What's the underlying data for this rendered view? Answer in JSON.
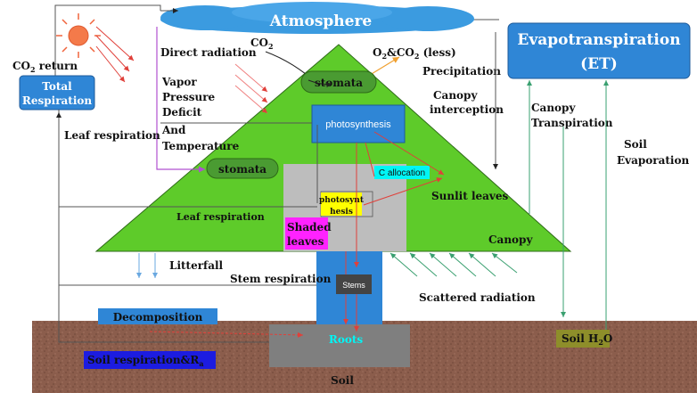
{
  "atmosphere": "Atmosphere",
  "et_line1": "Evapotranspiration",
  "et_line2": "(ET)",
  "co2_return_main": "CO",
  "co2_return_sub": "2",
  "co2_return_rest": " return",
  "total_respiration_l1": "Total",
  "total_respiration_l2": "Respiration",
  "direct_radiation": "Direct radiation",
  "co2_main": "CO",
  "co2_sub": "2",
  "o2co2_a": "O",
  "o2co2_sub1": "2",
  "o2co2_b": "&CO",
  "o2co2_sub2": "2",
  "o2co2_c": "  (less)",
  "precipitation": "Precipitation",
  "vapor_lines": [
    "Vapor",
    "Pressure",
    "Deficit",
    "And",
    "Temperature"
  ],
  "stomata_top": "stomata",
  "canopy_interception_l1": "Canopy",
  "canopy_interception_l2": "interception",
  "photosynthesis_top": "photosynthesis",
  "leaf_respiration_outer": "Leaf respiration",
  "stomata_mid": "stomata",
  "c_allocation": "C allocation",
  "sunlit_leaves": "Sunlit leaves",
  "photosynthesis_small_l1": "photosynt",
  "photosynthesis_small_l2": "hesis",
  "leaf_respiration_inner": "Leaf respiration",
  "shaded_l1": "Shaded",
  "shaded_l2": "leaves",
  "canopy": "Canopy",
  "canopy_transpiration_l1": "Canopy",
  "canopy_transpiration_l2": "Transpiration",
  "soil_evaporation_l1": "Soil",
  "soil_evaporation_l2": "Evaporation",
  "litterfall": "Litterfall",
  "stem_respiration": "Stem respiration",
  "stems": "Stems",
  "scattered_radiation": "Scattered radiation",
  "decomposition": "Decomposition",
  "roots": "Roots",
  "soil_h2o_a": "Soil H",
  "soil_h2o_sub": "2",
  "soil_h2o_b": "O",
  "soil_respiration_a": "Soil respiration&R",
  "soil_respiration_sub": "a",
  "soil": "Soil",
  "colors": {
    "canopy_green": "#5ecb2a",
    "stomata_green": "#4a9b32",
    "blue": "#2f86d6",
    "cloud": "#3b9be0",
    "soil_brown": "#8a5a48",
    "grey": "#bdbdbd",
    "dark_grey": "#7a7a7a",
    "magenta": "#ff22ff",
    "yellow": "#ffff00",
    "cyan": "#00f6f6",
    "olive": "#8e8e2a"
  }
}
